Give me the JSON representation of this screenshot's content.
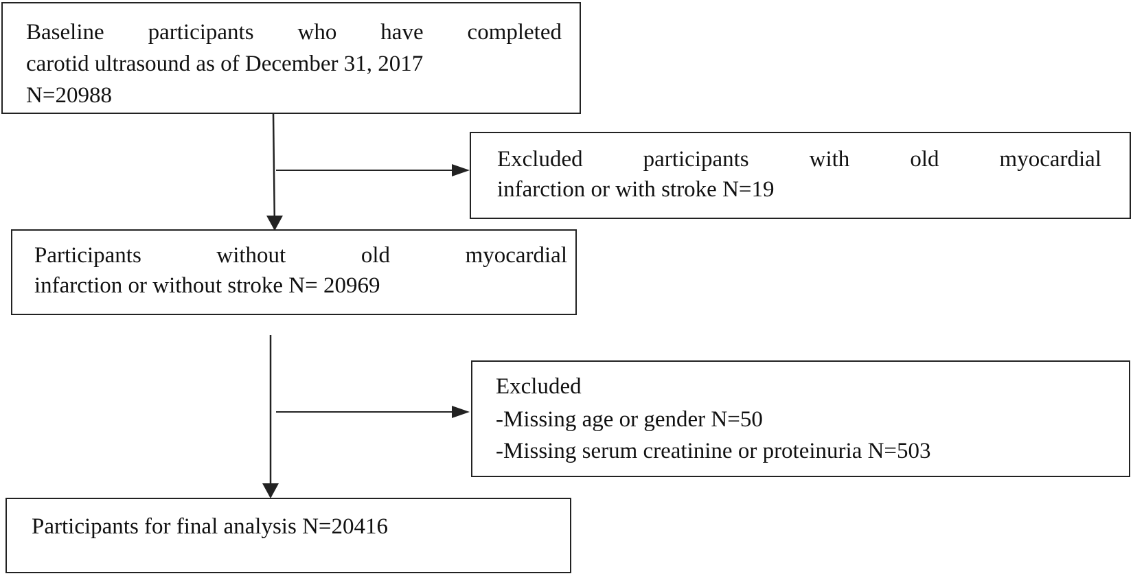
{
  "flowchart": {
    "box_baseline": {
      "line1": "Baseline participants who have completed",
      "line2": "carotid ultrasound as of December 31, 2017",
      "line3": "N=20988"
    },
    "box_excluded_1": {
      "line1_words": [
        "Excluded",
        "participants",
        "with",
        "old",
        "myocardial"
      ],
      "line2": "infarction or with stroke N=19"
    },
    "box_without_mi": {
      "line1_words": [
        "Participants",
        "without",
        "old",
        "myocardial"
      ],
      "line2": "infarction or without stroke N= 20969"
    },
    "box_excluded_2": {
      "title": "Excluded",
      "item1": "-Missing age or gender N=50",
      "item2": "-Missing serum creatinine or proteinuria N=503"
    },
    "box_final": {
      "line1": "Participants for final analysis N=20416"
    }
  },
  "style": {
    "line_color": "#222222",
    "text_color": "#111111",
    "background": "#ffffff"
  }
}
